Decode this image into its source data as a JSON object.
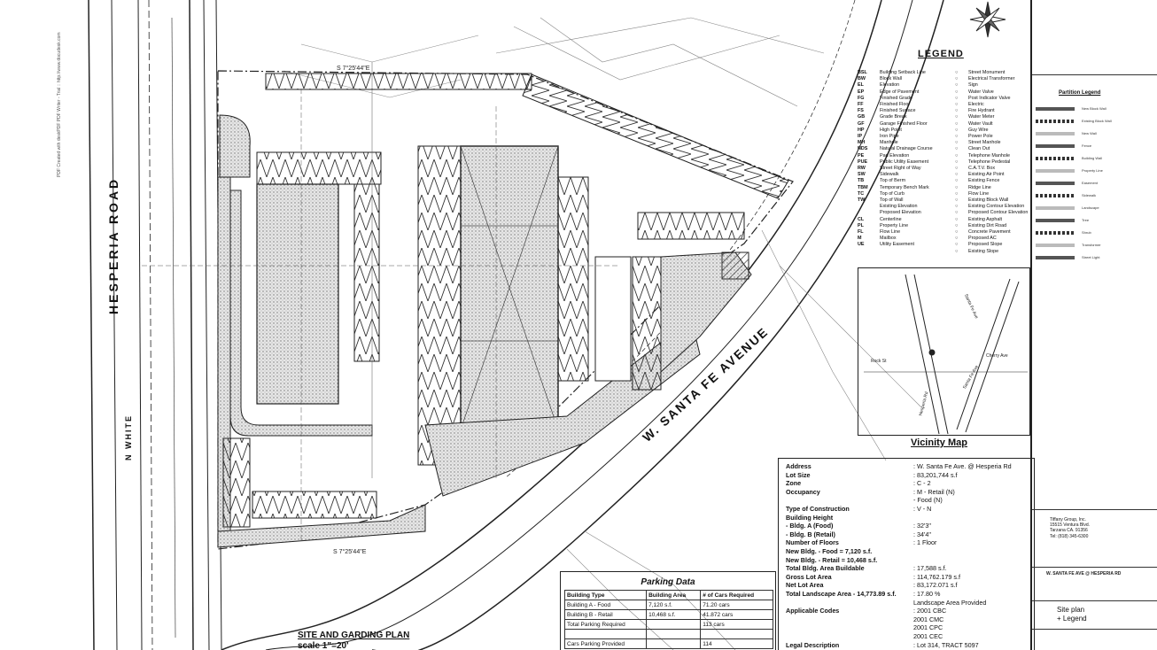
{
  "streets": {
    "hesperia": "HESPERIA ROAD",
    "santa_fe": "W. SANTA FE AVENUE",
    "n_white": "N WHITE"
  },
  "plan": {
    "title": "SITE AND GARDING PLAN",
    "scale": "scale 1\"=20'",
    "bearing_top": "S 7°25'44\"E",
    "bearing_bottom": "S 7°25'44\"E"
  },
  "legend": {
    "title": "LEGEND",
    "left": [
      {
        "ab": "BSL",
        "text": "Building Setback Line"
      },
      {
        "ab": "BW",
        "text": "Block Wall"
      },
      {
        "ab": "EL",
        "text": "Elevation"
      },
      {
        "ab": "EP",
        "text": "Edge of Pavement"
      },
      {
        "ab": "FG",
        "text": "Finished Grade"
      },
      {
        "ab": "FF",
        "text": "Finished Floor"
      },
      {
        "ab": "FS",
        "text": "Finished Surface"
      },
      {
        "ab": "GB",
        "text": "Grade Break"
      },
      {
        "ab": "GF",
        "text": "Garage Finished Floor"
      },
      {
        "ab": "HP",
        "text": "High Point"
      },
      {
        "ab": "IP",
        "text": "Iron Pipe"
      },
      {
        "ab": "MH",
        "text": "Manhole"
      },
      {
        "ab": "NDS",
        "text": "Natural Drainage Course"
      },
      {
        "ab": "PE",
        "text": "Pad Elevation"
      },
      {
        "ab": "PUE",
        "text": "Public Utility Easement"
      },
      {
        "ab": "RW",
        "text": "Street Right of Way"
      },
      {
        "ab": "SW",
        "text": "Sidewalk"
      },
      {
        "ab": "TB",
        "text": "Top of Berm"
      },
      {
        "ab": "TBM",
        "text": "Temporary Bench Mark"
      },
      {
        "ab": "TC",
        "text": "Top of Curb"
      },
      {
        "ab": "TW",
        "text": "Top of Wall"
      },
      {
        "ab": "",
        "text": "Existing Elevation"
      },
      {
        "ab": "",
        "text": "Proposed Elevation"
      },
      {
        "ab": "CL",
        "text": "Centerline"
      },
      {
        "ab": "PL",
        "text": "Property Line"
      },
      {
        "ab": "FL",
        "text": "Flow Line"
      },
      {
        "ab": "M",
        "text": "Mailbox"
      },
      {
        "ab": "UE",
        "text": "Utility Easement"
      }
    ],
    "right": [
      "Street Monument",
      "Electrical Transformer",
      "Sign",
      "Water Valve",
      "Post Indicator Valve",
      "Electric",
      "Fire Hydrant",
      "Water Meter",
      "Water Vault",
      "Guy Wire",
      "Power Pole",
      "Street Manhole",
      "Clean Out",
      "Telephone Manhole",
      "Telephone Pedestal",
      "C.A.T.V. Box",
      "Existing Air Point",
      "Existing Fence",
      "Ridge Line",
      "Flow Line",
      "Existing Block Wall",
      "Existing Contour Elevation",
      "Proposed Contour Elevation",
      "Existing Asphalt",
      "Existing Dirt Road",
      "Concrete Pavement",
      "Proposed AC",
      "Proposed Slope",
      "Existing Slope"
    ]
  },
  "vicinity": {
    "title": "Vicinity Map",
    "labels": [
      "Santa Fe Ave",
      "Hesperia Rd",
      "Rock St",
      "Cherry Ave",
      "Santa Fe Ave"
    ]
  },
  "project": {
    "rows": [
      {
        "label": "Address",
        "value": ": W. Santa Fe Ave. @ Hesperia Rd"
      },
      {
        "label": "Lot Size",
        "value": ": 83,201,744 s.f"
      },
      {
        "label": "Zone",
        "value": ": C - 2"
      },
      {
        "label": "Occupancy",
        "value": ": M - Retail  (N)"
      },
      {
        "label": "",
        "value": "  - Food  (N)"
      },
      {
        "label": "Type of Construction",
        "value": ": V - N"
      },
      {
        "label": "Building Height",
        "value": ""
      },
      {
        "label": "   - Bldg. A (Food)",
        "value": ": 32'3\""
      },
      {
        "label": "   - Bldg. B (Retail)",
        "value": ": 34'4\""
      },
      {
        "label": "Number of Floors",
        "value": ": 1 Floor"
      },
      {
        "label": "   New Bldg. - Food  =  7,120 s.f.",
        "value": ""
      },
      {
        "label": "   New Bldg. - Retail  =  10,468 s.f.",
        "value": ""
      },
      {
        "label": "Total Bldg. Area Buildable",
        "value": ": 17,588 s.f."
      },
      {
        "label": "Gross Lot Area",
        "value": ": 114,762.179 s.f"
      },
      {
        "label": "Net Lot Area",
        "value": ": 83,172.071 s.f"
      },
      {
        "label": "Total Landscape Area - 14,773.89 s.f.",
        "value": ": 17.80 %"
      },
      {
        "label": "",
        "value": "  Landscape Area Provided"
      },
      {
        "label": "Applicable Codes",
        "value": ": 2001 CBC"
      },
      {
        "label": "",
        "value": "  2001 CMC"
      },
      {
        "label": "",
        "value": "  2001 CPC"
      },
      {
        "label": "",
        "value": "  2001 CEC"
      },
      {
        "label": "Legal Description",
        "value": ": Lot 314, TRACT 5097"
      }
    ]
  },
  "parking": {
    "title": "Parking Data",
    "headers": [
      "Building Type",
      "Building Area",
      "# of Cars Required"
    ],
    "rows": [
      [
        "Building A - Food",
        "7,120 s.f.",
        "71.20 cars"
      ],
      [
        "Building B - Retail",
        "10,468 s.f.",
        "41.872 cars"
      ],
      [
        "Total Parking Required",
        "",
        "113 cars"
      ],
      [
        "",
        "",
        ""
      ],
      [
        "Cars Parking Provided",
        "",
        "114"
      ]
    ]
  },
  "titleblock": {
    "partition_title": "Partition Legend",
    "partition_items": [
      "New Block Wall",
      "Existing Block Wall",
      "New Wall",
      "Fence",
      "Building Wall",
      "Property Line",
      "Easement",
      "Sidewalk",
      "Landscape",
      "Tree",
      "Shrub",
      "Transformer",
      "Street Light"
    ],
    "owner": [
      "Tiffany Group, Inc.",
      "15515 Ventura Blvd.",
      "Tarzana CA. 91356",
      "Tel: (818) 345-6300"
    ],
    "project_name": "W. SANTA FE AVE @ HESPERIA RD",
    "sheet_title": [
      "Site plan",
      "+ Legend"
    ]
  }
}
